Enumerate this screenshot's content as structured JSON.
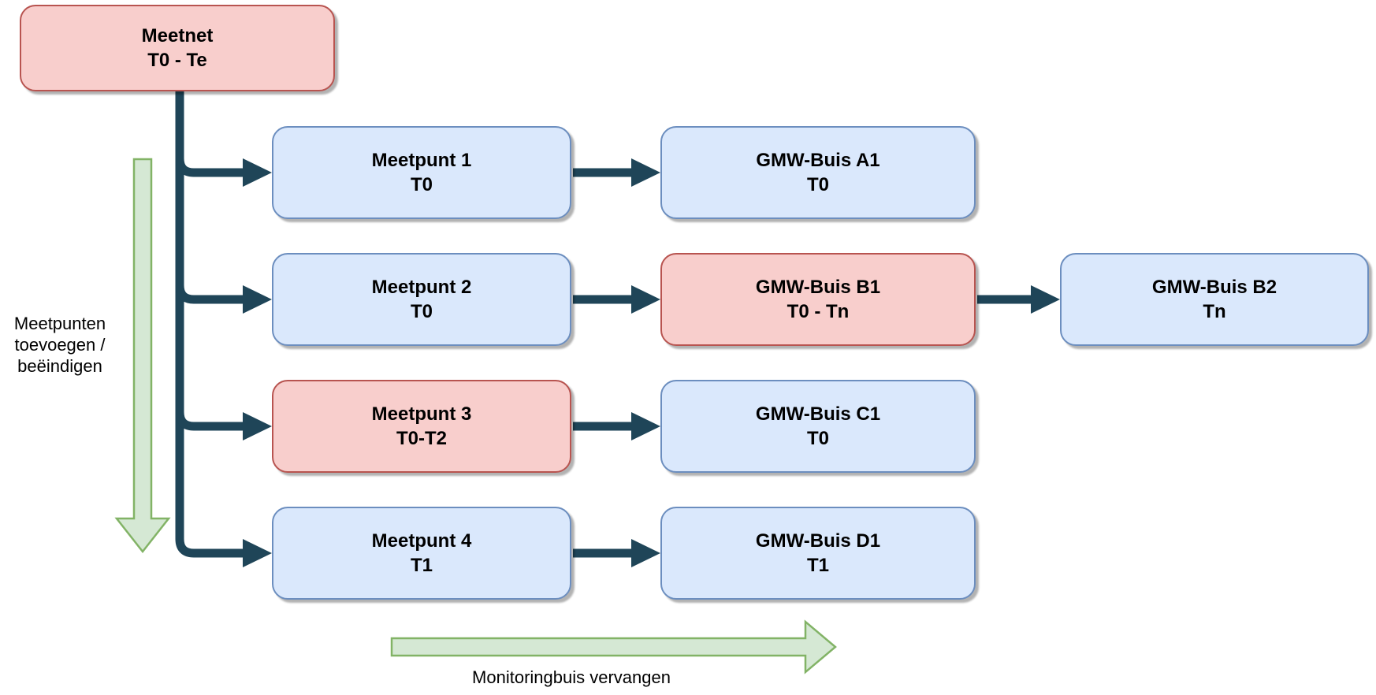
{
  "diagram": {
    "nodes": {
      "meetnet": {
        "title": "Meetnet",
        "period": "T0 - Te"
      },
      "meetpunt1": {
        "title": "Meetpunt 1",
        "period": "T0"
      },
      "gmw_a1": {
        "title": "GMW-Buis A1",
        "period": "T0"
      },
      "meetpunt2": {
        "title": "Meetpunt 2",
        "period": "T0"
      },
      "gmw_b1": {
        "title": "GMW-Buis B1",
        "period": "T0 - Tn"
      },
      "gmw_b2": {
        "title": "GMW-Buis B2",
        "period": "Tn"
      },
      "meetpunt3": {
        "title": "Meetpunt 3",
        "period": "T0-T2"
      },
      "gmw_c1": {
        "title": "GMW-Buis C1",
        "period": "T0"
      },
      "meetpunt4": {
        "title": "Meetpunt 4",
        "period": "T1"
      },
      "gmw_d1": {
        "title": "GMW-Buis D1",
        "period": "T1"
      }
    },
    "annotations": {
      "left_arrow_label": "Meetpunten\ntoevoegen /\nbeëindigen",
      "bottom_arrow_label": "Monitoringbuis vervangen"
    },
    "colors": {
      "page-bg": "#ffffff",
      "node-blue-fill": "#dae8fc",
      "node-blue-border": "#6c8ebf",
      "node-red-fill": "#f8cecc",
      "node-red-border": "#b85450",
      "arrow-dark": "#1f4558",
      "green-arrow-fill": "#d5e8d4",
      "green-arrow-border": "#82b366",
      "text": "#000000"
    }
  }
}
